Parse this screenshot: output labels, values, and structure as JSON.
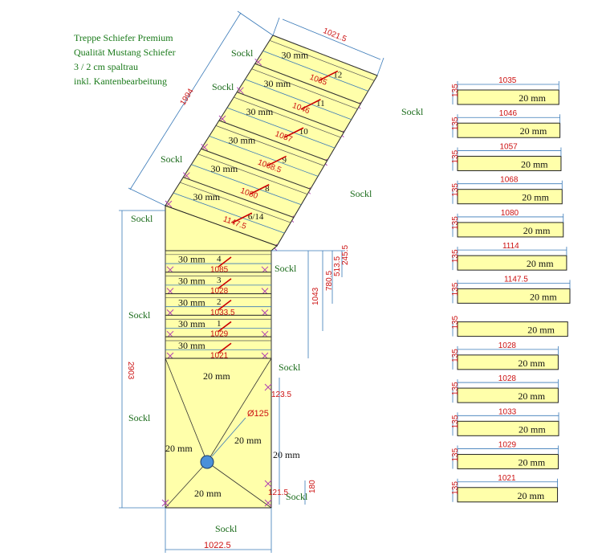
{
  "notes": [
    "Treppe Schiefer Premium",
    "Qualität Mustang Schiefer",
    "3 / 2 cm spaltrau",
    "inkl. Kantenbearbeitung"
  ],
  "sockl_label": "Sockl",
  "colors": {
    "slab": "#ffffaa",
    "sockl_text": "#1a6b1a",
    "dim_line": "#3a7ab8",
    "dim_text": "#cc1111",
    "cross": "#b040b0",
    "drain": "#4a90d9"
  },
  "stair": {
    "upper_dims": [
      "1021.5",
      "1994"
    ],
    "lower_dims": [
      "2903",
      "1043",
      "780.5",
      "513.5",
      "245.5",
      "1022.5"
    ],
    "steps": [
      {
        "no": "12",
        "len": "1035",
        "thick": "30 mm"
      },
      {
        "no": "11",
        "len": "1046",
        "thick": "30 mm"
      },
      {
        "no": "10",
        "len": "1057",
        "thick": "30 mm"
      },
      {
        "no": "9",
        "len": "1068.5",
        "thick": "30 mm"
      },
      {
        "no": "8",
        "len": "1080",
        "thick": "30 mm"
      },
      {
        "no": "6/14",
        "len": "1147.5",
        "thick": "30 mm"
      },
      {
        "no": "4",
        "len": "1085",
        "thick": "30 mm"
      },
      {
        "no": "3",
        "len": "1028",
        "thick": "30 mm"
      },
      {
        "no": "2",
        "len": "1033.5",
        "thick": "30 mm"
      },
      {
        "no": "1",
        "len": "1029",
        "thick": "30 mm"
      },
      {
        "no": "",
        "len": "1021",
        "thick": "30 mm"
      }
    ],
    "landing": {
      "thickness_labels": [
        "20 mm",
        "20 mm",
        "20 mm",
        "20 mm",
        "20 mm"
      ],
      "drain": "Ø125",
      "side_dims": [
        "123.5",
        "121.5",
        "180"
      ]
    }
  },
  "pieces": [
    {
      "len": "1035",
      "h": "135",
      "thick": "20 mm"
    },
    {
      "len": "1046",
      "h": "135",
      "thick": "20 mm"
    },
    {
      "len": "1057",
      "h": "135",
      "thick": "20 mm"
    },
    {
      "len": "1068",
      "h": "135",
      "thick": "20 mm"
    },
    {
      "len": "1080",
      "h": "135",
      "thick": "20 mm"
    },
    {
      "len": "1114",
      "h": "135",
      "thick": "20 mm"
    },
    {
      "len": "1147.5",
      "h": "135",
      "thick": "20 mm"
    },
    {
      "len": "",
      "h": "135",
      "thick": "20 mm"
    },
    {
      "len": "1028",
      "h": "135",
      "thick": "20 mm"
    },
    {
      "len": "1028",
      "h": "135",
      "thick": "20 mm"
    },
    {
      "len": "1033",
      "h": "135",
      "thick": "20 mm"
    },
    {
      "len": "1029",
      "h": "135",
      "thick": "20 mm"
    },
    {
      "len": "1021",
      "h": "135",
      "thick": "20 mm"
    }
  ]
}
